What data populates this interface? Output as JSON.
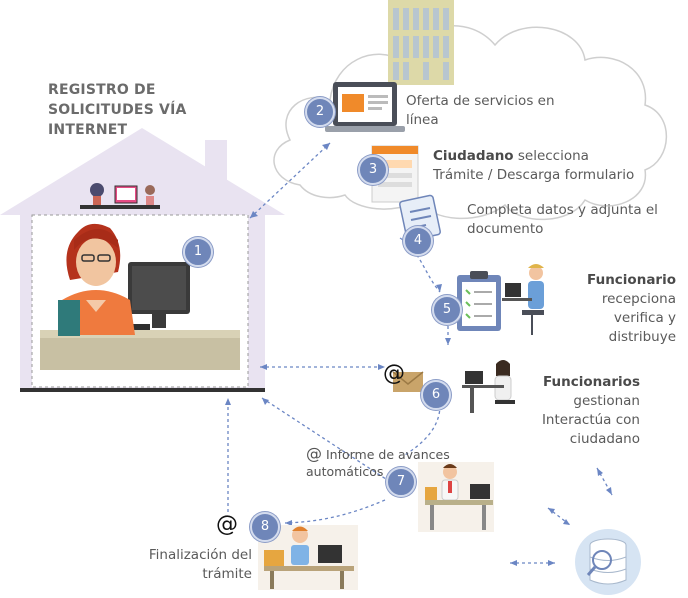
{
  "title_lines": [
    "REGISTRO DE",
    "SOLICITUDES VÍA",
    "INTERNET"
  ],
  "steps": [
    {
      "num": "1"
    },
    {
      "num": "2",
      "line1": "Oferta de servicios en",
      "line2": "línea"
    },
    {
      "num": "3",
      "bold": "Ciudadano",
      "line1_rest": " selecciona",
      "line2": "Trámite / Descarga formulario"
    },
    {
      "num": "4",
      "line1": "Completa datos y adjunta el",
      "line2": "documento"
    },
    {
      "num": "5",
      "bold": "Funcionario",
      "line2": "recepciona",
      "line3": "verifica y",
      "line4": "distribuye"
    },
    {
      "num": "6",
      "bold": "Funcionarios",
      "line2": "gestionan",
      "line3": "Interactúa con",
      "line4": "ciudadano"
    },
    {
      "num": "7",
      "at": "@",
      "line1": " Informe de avances",
      "line2": "automáticos"
    },
    {
      "num": "8",
      "line1": "Finalización del",
      "line2": "trámite"
    }
  ],
  "email_at_1": "@",
  "email_at_2": "@",
  "colors": {
    "house": "#e6e0ef",
    "cloud_stroke": "#cfcfcf",
    "badge": "#6f86b9",
    "arrow": "#6b86c4"
  }
}
